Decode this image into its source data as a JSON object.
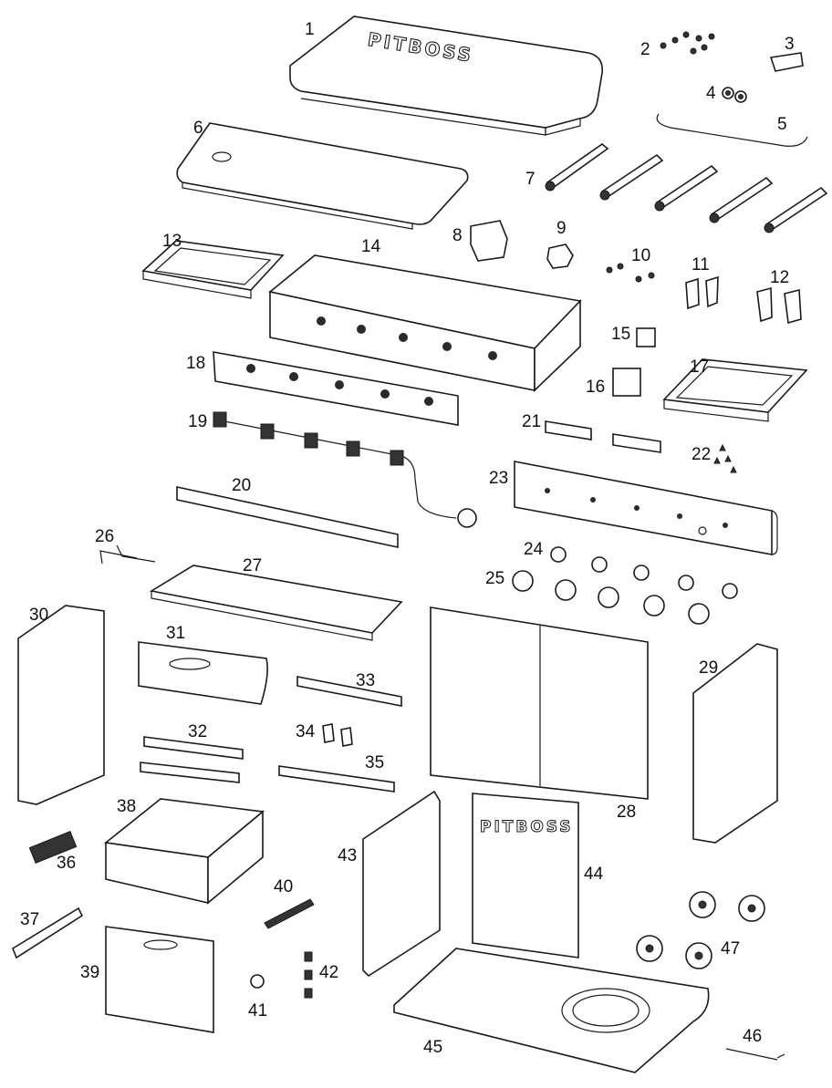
{
  "brand": {
    "lid_logo": "PITBOSS",
    "door_logo": "PITBOSS"
  },
  "colors": {
    "line": "#1a1a1a",
    "background": "#ffffff",
    "dark_fill": "#333333"
  },
  "labels": {
    "p1": "1",
    "p2": "2",
    "p3": "3",
    "p4": "4",
    "p5": "5",
    "p6": "6",
    "p7": "7",
    "p8": "8",
    "p9": "9",
    "p10": "10",
    "p11": "11",
    "p12": "12",
    "p13": "13",
    "p14": "14",
    "p15": "15",
    "p16": "16",
    "p17": "17",
    "p18": "18",
    "p19": "19",
    "p20": "20",
    "p21": "21",
    "p22": "22",
    "p23": "23",
    "p24": "24",
    "p25": "25",
    "p26": "26",
    "p27": "27",
    "p28": "28",
    "p29": "29",
    "p30": "30",
    "p31": "31",
    "p32": "32",
    "p33": "33",
    "p34": "34",
    "p35": "35",
    "p36": "36",
    "p37": "37",
    "p38": "38",
    "p39": "39",
    "p40": "40",
    "p41": "41",
    "p42": "42",
    "p43": "43",
    "p44": "44",
    "p45": "45",
    "p46": "46",
    "p47": "47"
  }
}
